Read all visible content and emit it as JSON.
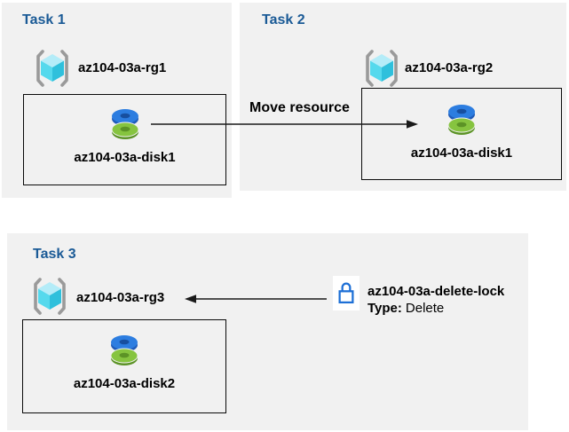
{
  "tasks": {
    "task1": {
      "title": "Task 1",
      "resource_group": "az104-03a-rg1",
      "resource": "az104-03a-disk1"
    },
    "task2": {
      "title": "Task 2",
      "resource_group": "az104-03a-rg2",
      "resource": "az104-03a-disk1"
    },
    "task3": {
      "title": "Task 3",
      "resource_group": "az104-03a-rg3",
      "resource": "az104-03a-disk2"
    }
  },
  "annotations": {
    "move_label": "Move resource",
    "lock_name": "az104-03a-delete-lock",
    "lock_type_label": "Type:",
    "lock_type_value": "Delete"
  },
  "icons": {
    "resource_group": "resource-group-icon (gray brackets with cyan cube)",
    "disk": "disk-icon (blue disk stacked on green disk)",
    "lock": "lock-icon (blue outlined padlock on white square)",
    "move_arrow": "arrow-right-icon",
    "lock_arrow": "arrow-left-icon"
  },
  "colors": {
    "panel_bg": "#f1f1f1",
    "heading_blue": "#1a5a96",
    "text_black": "#000000",
    "box_border": "#0a0a0a",
    "arrow": "#1a1a1a",
    "lock_blue": "#1d6fd6",
    "disk_blue": "#2c7de0",
    "disk_blue_dark": "#1f5bb8",
    "disk_green": "#86c43f",
    "disk_green_dark": "#5c9326",
    "rg_bracket_gray": "#9a9a9a",
    "rg_cube_top": "#b4ecf8",
    "rg_cube_left": "#55d9ed",
    "rg_cube_right": "#2fc0dc"
  }
}
